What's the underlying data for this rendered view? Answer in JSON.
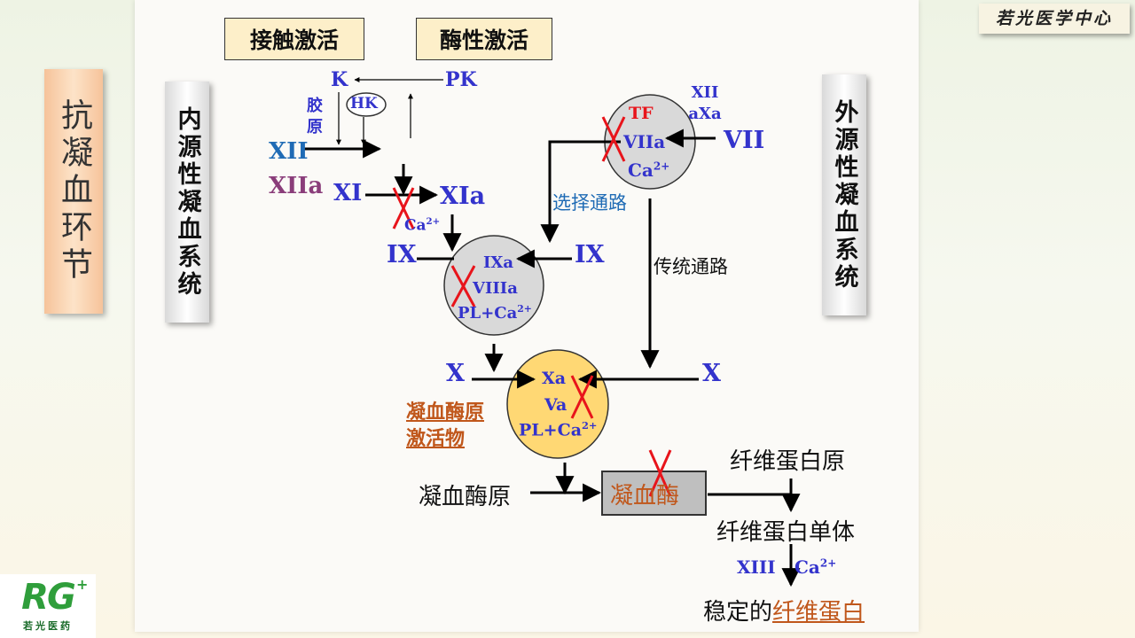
{
  "header": {
    "brand": "若光医学中心"
  },
  "side_title": "抗凝血环节",
  "intrinsic_label": "内源性凝血系统",
  "extrinsic_label": "外源性凝血系统",
  "activation_tags": {
    "contact": "接触激活",
    "enzyme": "酶性激活"
  },
  "intrinsic": {
    "k": "K",
    "pk": "PK",
    "hk": "HK",
    "collagen": "胶原",
    "xii": "XII",
    "xiia": "XIIa",
    "xi": "XI",
    "xia": "XIa",
    "ca": "Ca",
    "ix_left": "IX",
    "ix_right": "IX",
    "ixa": "IXa",
    "viiia": "VIIIa",
    "pl_ca": "PL+Ca"
  },
  "extrinsic": {
    "tf": "TF",
    "viia": "VIIa",
    "ca": "Ca",
    "vii": "VII",
    "xii_axa": "XII\naXa",
    "alt_path": "选择通路",
    "classic_path": "传统通路"
  },
  "common": {
    "x_left": "X",
    "x_right": "X",
    "xa": "Xa",
    "va": "Va",
    "pl_ca": "PL+Ca",
    "prothrombin_activator": "凝血酶原\n激活物",
    "prothrombin": "凝血酶原",
    "thrombin": "凝血酶",
    "fibrinogen": "纤维蛋白原",
    "fibrin_monomer": "纤维蛋白单体",
    "xiii": "XIII",
    "ca": "Ca",
    "stable_prefix": "稳定的",
    "stable_fibrin": "纤维蛋白"
  },
  "superscript": "2+",
  "logo": {
    "mark": "RG",
    "name": "若光医药"
  },
  "colors": {
    "blue": "#3333cc",
    "teal_blue": "#1f6bb5",
    "purple": "#8a3d7a",
    "orange": "#c0571b",
    "red": "#e8141b",
    "node_gray": "#d9d9d9",
    "node_yellow": "#ffd874"
  }
}
